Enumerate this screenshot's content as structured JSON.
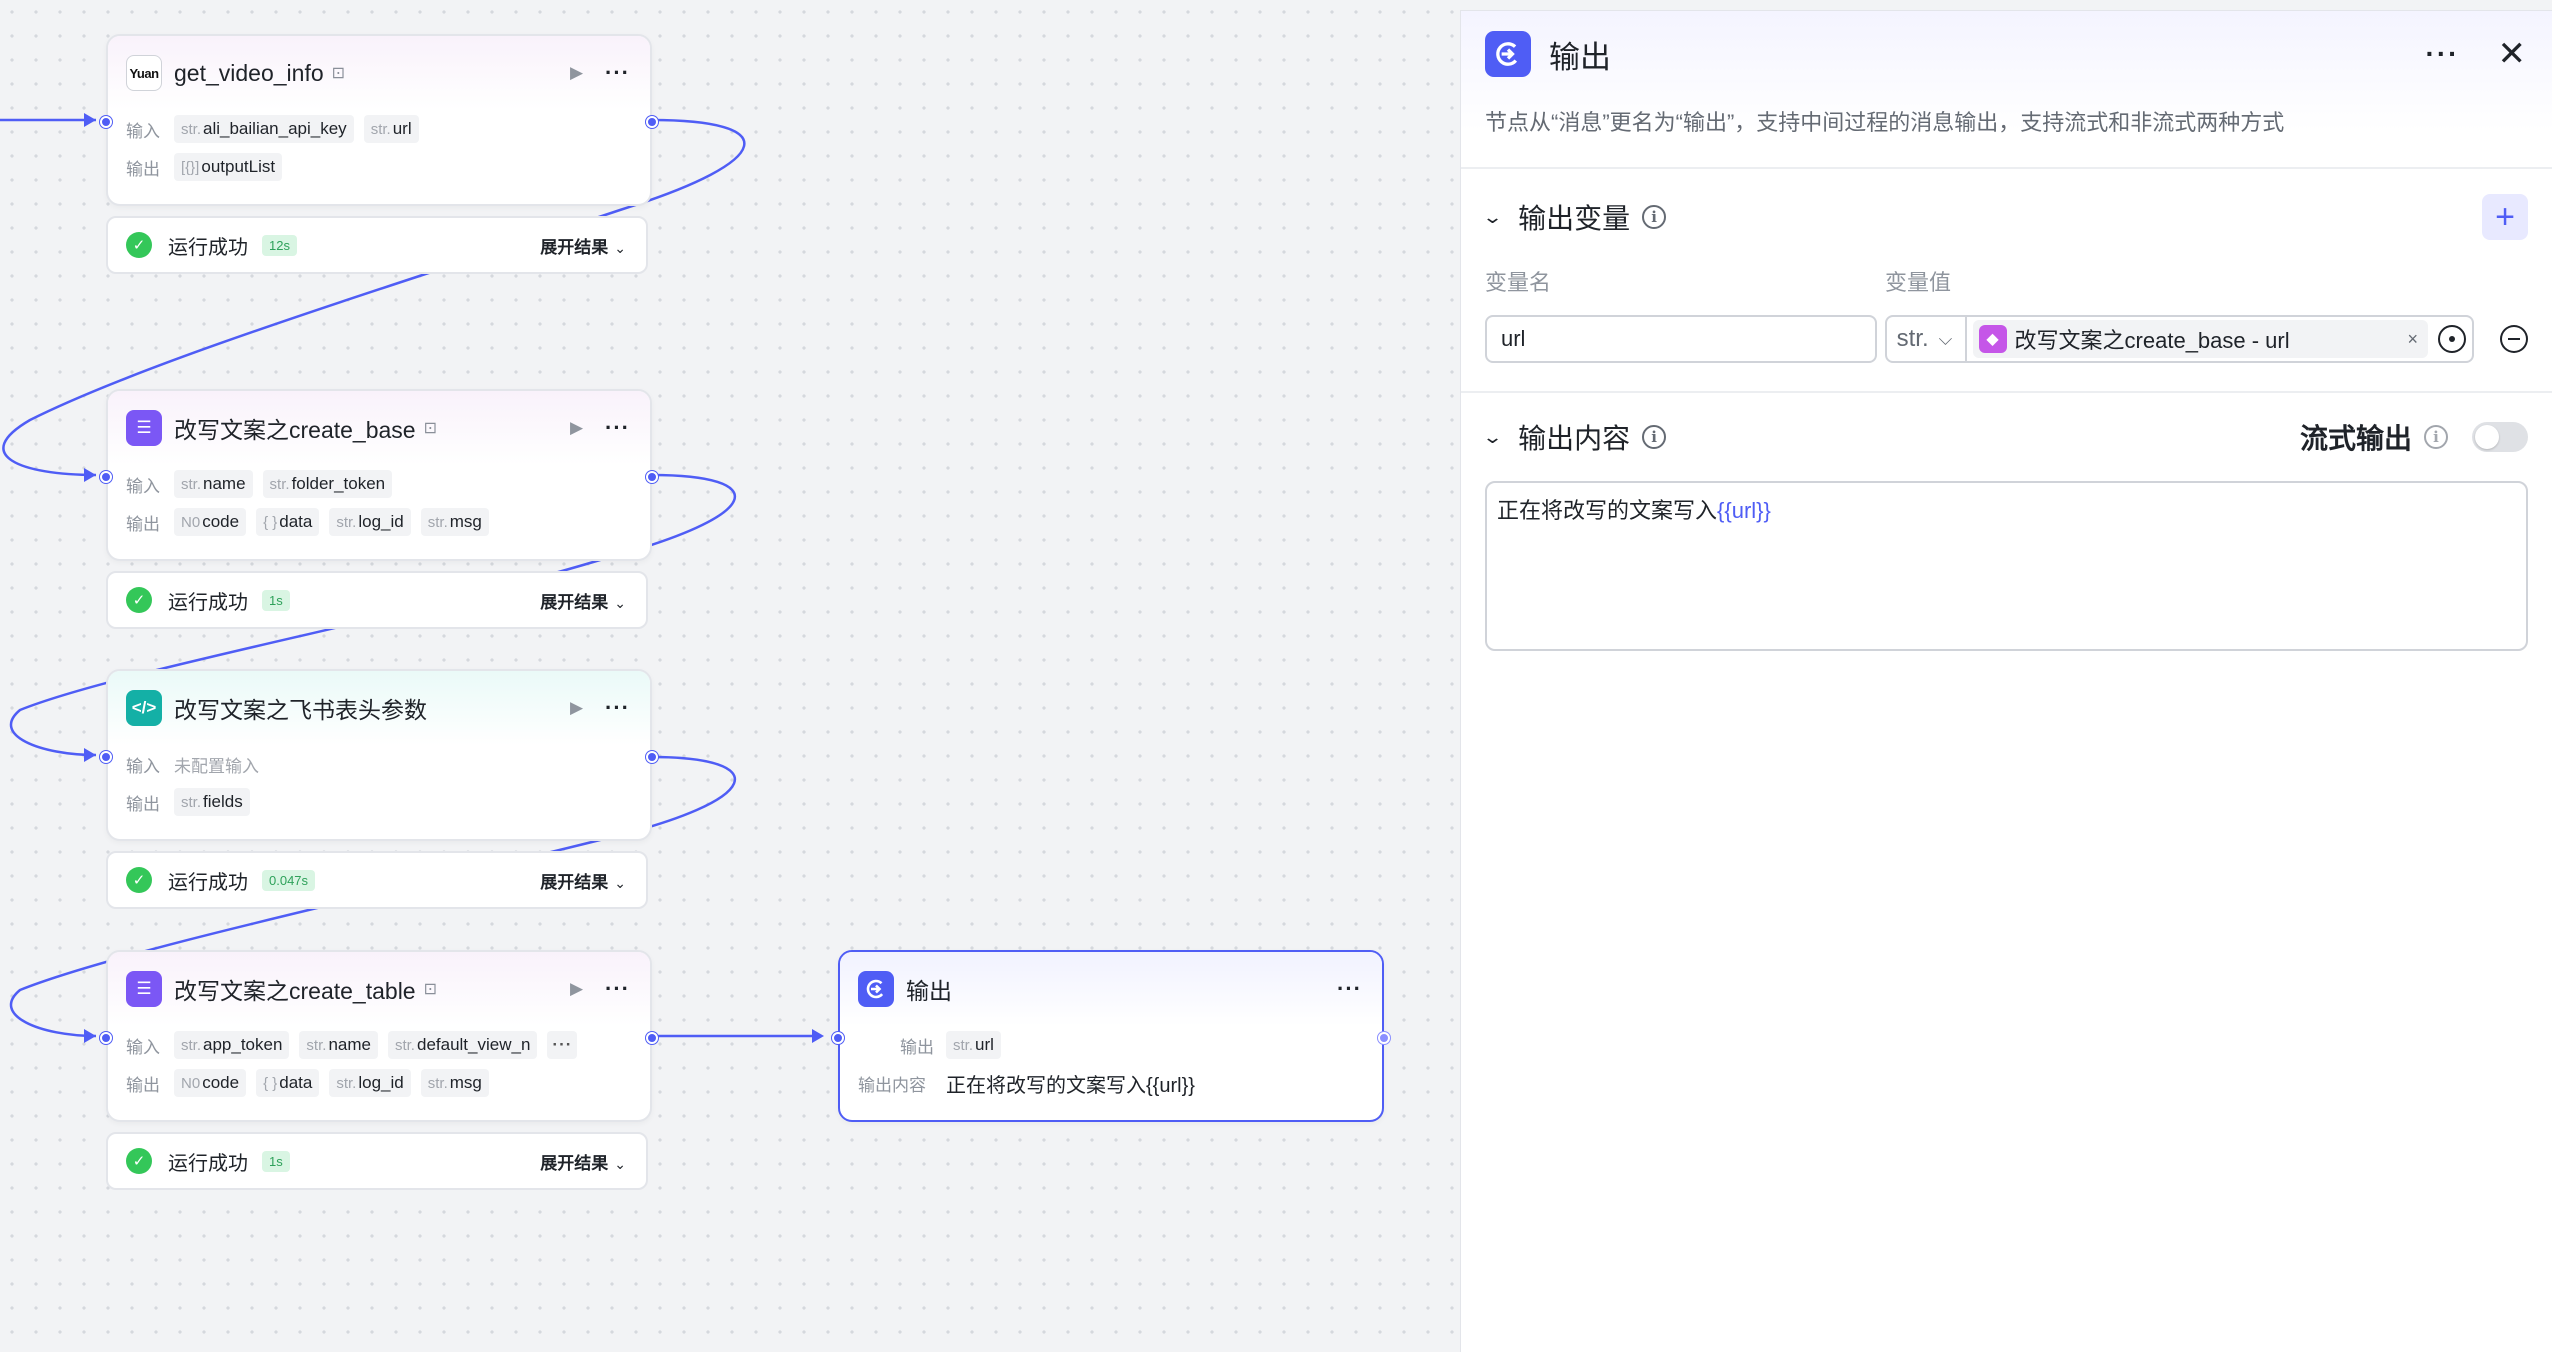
{
  "canvas": {
    "nodes": [
      {
        "title": "get_video_info",
        "icon": "yuan-logo-icon",
        "icon_text": "Yuan",
        "kind": "plugin",
        "input_label": "输入",
        "output_label": "输出",
        "inputs": [
          {
            "type": "str.",
            "name": "ali_bailian_api_key"
          },
          {
            "type": "str.",
            "name": "url"
          }
        ],
        "outputs": [
          {
            "type": "[{}]",
            "name": "outputList"
          }
        ],
        "status": "运行成功",
        "time": "12s",
        "expand": "展开结果"
      },
      {
        "title": "改写文案之create_base",
        "icon": "bitable-icon",
        "kind": "plugin",
        "input_label": "输入",
        "output_label": "输出",
        "inputs": [
          {
            "type": "str.",
            "name": "name"
          },
          {
            "type": "str.",
            "name": "folder_token"
          }
        ],
        "outputs": [
          {
            "type": "N0",
            "name": "code"
          },
          {
            "type": "{ }",
            "name": "data"
          },
          {
            "type": "str.",
            "name": "log_id"
          },
          {
            "type": "str.",
            "name": "msg"
          }
        ],
        "status": "运行成功",
        "time": "1s",
        "expand": "展开结果"
      },
      {
        "title": "改写文案之飞书表头参数",
        "icon": "code-icon",
        "kind": "code",
        "input_label": "输入",
        "output_label": "输出",
        "input_empty": "未配置输入",
        "outputs": [
          {
            "type": "str.",
            "name": "fields"
          }
        ],
        "status": "运行成功",
        "time": "0.047s",
        "expand": "展开结果"
      },
      {
        "title": "改写文案之create_table",
        "icon": "bitable-icon",
        "kind": "plugin",
        "input_label": "输入",
        "output_label": "输出",
        "inputs": [
          {
            "type": "str.",
            "name": "app_token"
          },
          {
            "type": "str.",
            "name": "name"
          },
          {
            "type": "str.",
            "name": "default_view_n"
          }
        ],
        "outputs": [
          {
            "type": "N0",
            "name": "code"
          },
          {
            "type": "{ }",
            "name": "data"
          },
          {
            "type": "str.",
            "name": "log_id"
          },
          {
            "type": "str.",
            "name": "msg"
          }
        ],
        "status": "运行成功",
        "time": "1s",
        "expand": "展开结果"
      }
    ],
    "output_node": {
      "title": "输出",
      "output_label": "输出",
      "output_var": {
        "type": "str.",
        "name": "url"
      },
      "content_label": "输出内容",
      "content": "正在将改写的文案写入{{url}}"
    }
  },
  "panel": {
    "title": "输出",
    "description": "节点从“消息”更名为“输出”，支持中间过程的消息输出，支持流式和非流式两种方式",
    "vars_section": {
      "title": "输出变量",
      "col_name": "变量名",
      "col_value": "变量值",
      "var_name": "url",
      "var_type": "str.",
      "ref_text": "改写文案之create_base - url"
    },
    "content_section": {
      "title": "输出内容",
      "stream_label": "流式输出",
      "stream_enabled": false,
      "text_prefix": "正在将改写的文案写入",
      "text_var": "{{url}}"
    }
  },
  "colors": {
    "accent": "#4f5df5",
    "success": "#34c759",
    "bitable": "#7b57f5",
    "code": "#14b0a6",
    "ref": "#c556e8"
  }
}
